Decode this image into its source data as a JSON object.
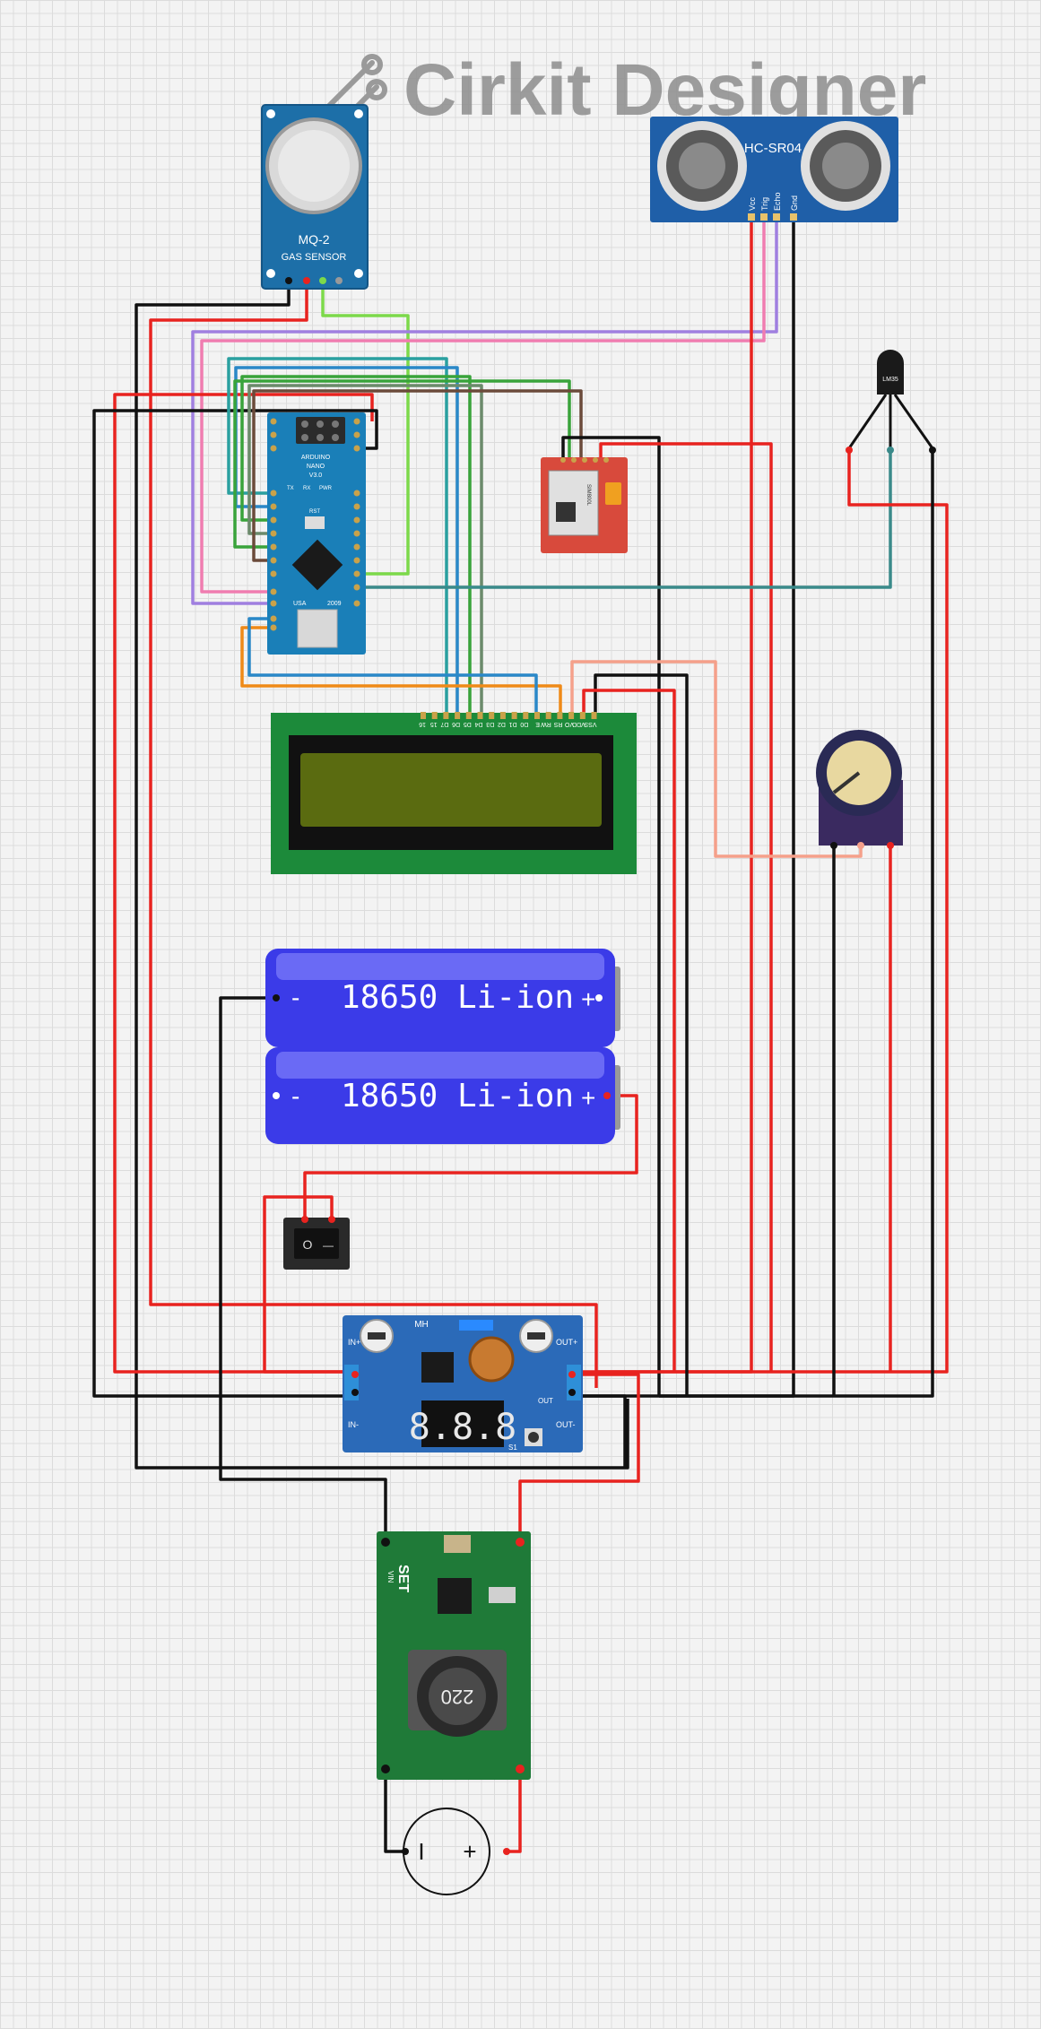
{
  "brand": {
    "name": "Cirkit Designer"
  },
  "components": {
    "gas_sensor": {
      "title": "MQ-2",
      "subtitle": "GAS SENSOR"
    },
    "ultrasonic": {
      "title": "HC-SR04",
      "pins": [
        "Vcc",
        "Trig",
        "Echo",
        "Gnd"
      ]
    },
    "arduino": {
      "name": "ARDUINO",
      "model": "NANO",
      "version": "V3.0",
      "country": "USA",
      "year": "2009",
      "reset": "RST",
      "tx": "TX",
      "rx": "RX",
      "pwr": "PWR"
    },
    "gsm": {
      "name": "SIM800L"
    },
    "temp_sensor": {
      "name": "LM35"
    },
    "lcd": {
      "pins": [
        "16",
        "15",
        "D7",
        "D6",
        "D5",
        "D4",
        "D3",
        "D2",
        "D1",
        "D0",
        "E",
        "RW",
        "RS",
        "VO",
        "VDD",
        "VSS"
      ]
    },
    "battery_top": {
      "label": "18650 Li-ion",
      "neg": "-",
      "pos": "+"
    },
    "battery_bottom": {
      "label": "18650 Li-ion",
      "neg": "-",
      "pos": "+"
    },
    "switch": {
      "off": "O",
      "on": "—"
    },
    "buck": {
      "brand": "MH",
      "in_plus": "IN+",
      "in_minus": "IN-",
      "out_plus": "OUT+",
      "out_minus": "OUT-",
      "out": "OUT",
      "display": "8.8.8",
      "s1": "S1"
    },
    "boost": {
      "label": "SET",
      "inductor": "220",
      "vin": "VIN"
    },
    "dc_source": {
      "minus": "I",
      "plus": "+"
    }
  },
  "colors": {
    "red": "#e8231f",
    "black": "#111111",
    "green": "#39a33b",
    "teal": "#3a8a8a",
    "purple": "#a07fe0",
    "pink": "#f07cb0",
    "orange": "#ef8a18",
    "salmon": "#f5a08a",
    "blue": "#2a88c8",
    "brown": "#6b4a3a",
    "lime": "#7cd94a"
  }
}
